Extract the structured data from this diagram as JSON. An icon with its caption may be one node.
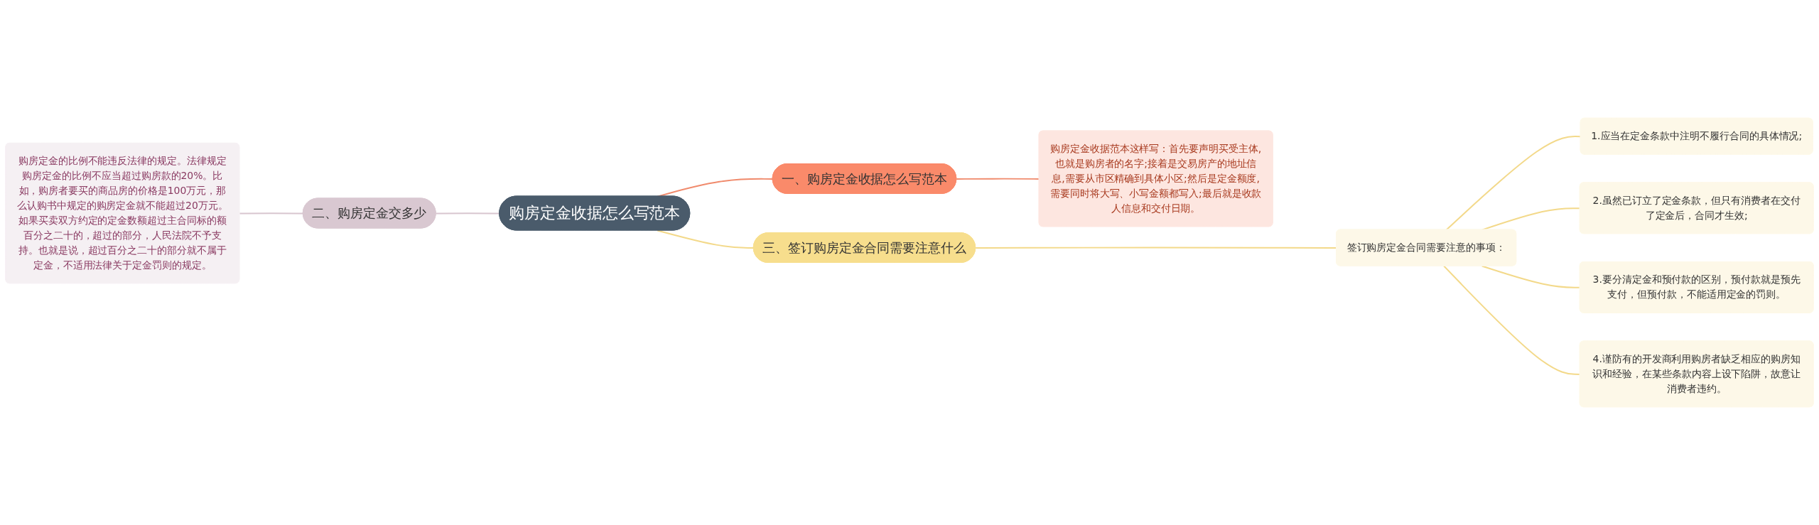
{
  "diagram": {
    "nodes": [
      {
        "text": [
          "购房定金收据怎么写范本"
        ]
      },
      {
        "text": [
          "一、购房定金收据怎么写范本"
        ]
      },
      {
        "text": [
          "购房定金收据范本这样写：首先要声明买受主体,也就是购房者的名字;接着是交易房产的地址信息,需要从市区精确到具体小区;然后是定金额度,需要同时将大写、小写金额都写入;最后就是收款人信息和交付日期。"
        ]
      },
      {
        "text": [
          "二、购房定金交多少"
        ]
      },
      {
        "text": [
          "购房定金的比例不能违反法律的规定。法律规定购房定金的比例不应当超过购房款的20%。比如，购房者要买的商品房的价格是100万元，那么认购书中规定的购房定金就不能超过20万元。如果买卖双方约定的定金数额超过主合同标的额百分之二十的，超过的部分，人民法院不予支持。也就是说，超过百分之二十的部分就不属于定金，不适用法律关于定金罚则的规定。"
        ]
      },
      {
        "text": [
          "三、签订购房定金合同需要注意什么"
        ]
      },
      {
        "text": [
          "签订购房定金合同需要注意的事项："
        ]
      },
      {
        "text": [
          "1.应当在定金条款中注明不履行合同的具体情况;"
        ]
      },
      {
        "text": [
          "2.虽然已订立了定金条款，但只有消费者在交付了定金后，合同才生效;"
        ]
      },
      {
        "text": [
          "3.要分清定金和预付款的区别，预付款就是预先支付，但预付款，不能适用定金的罚则。"
        ]
      },
      {
        "text": [
          "4.谨防有的开发商利用购房者缺乏相应的购房知识和经验，在某些条款内容上设下陷阱，故意让消费者违约。"
        ]
      }
    ],
    "edges": [
      {
        "from": 0,
        "to": 1,
        "arrow": "none",
        "color": "#f08a6c"
      },
      {
        "from": 1,
        "to": 2,
        "arrow": "none",
        "color": "#f08a6c"
      },
      {
        "from": 3,
        "to": 0,
        "arrow": "none",
        "color": "#d8c6cf"
      },
      {
        "from": 4,
        "to": 3,
        "arrow": "none",
        "color": "#d8c6cf"
      },
      {
        "from": 0,
        "to": 5,
        "arrow": "none"
      },
      {
        "from": 5,
        "to": 6,
        "arrow": "none"
      },
      {
        "from": 6,
        "to": 7,
        "arrow": "none"
      },
      {
        "from": 6,
        "to": 8,
        "arrow": "none"
      },
      {
        "from": 6,
        "to": 9,
        "arrow": "none"
      },
      {
        "from": 6,
        "to": 10,
        "arrow": "none"
      }
    ]
  }
}
